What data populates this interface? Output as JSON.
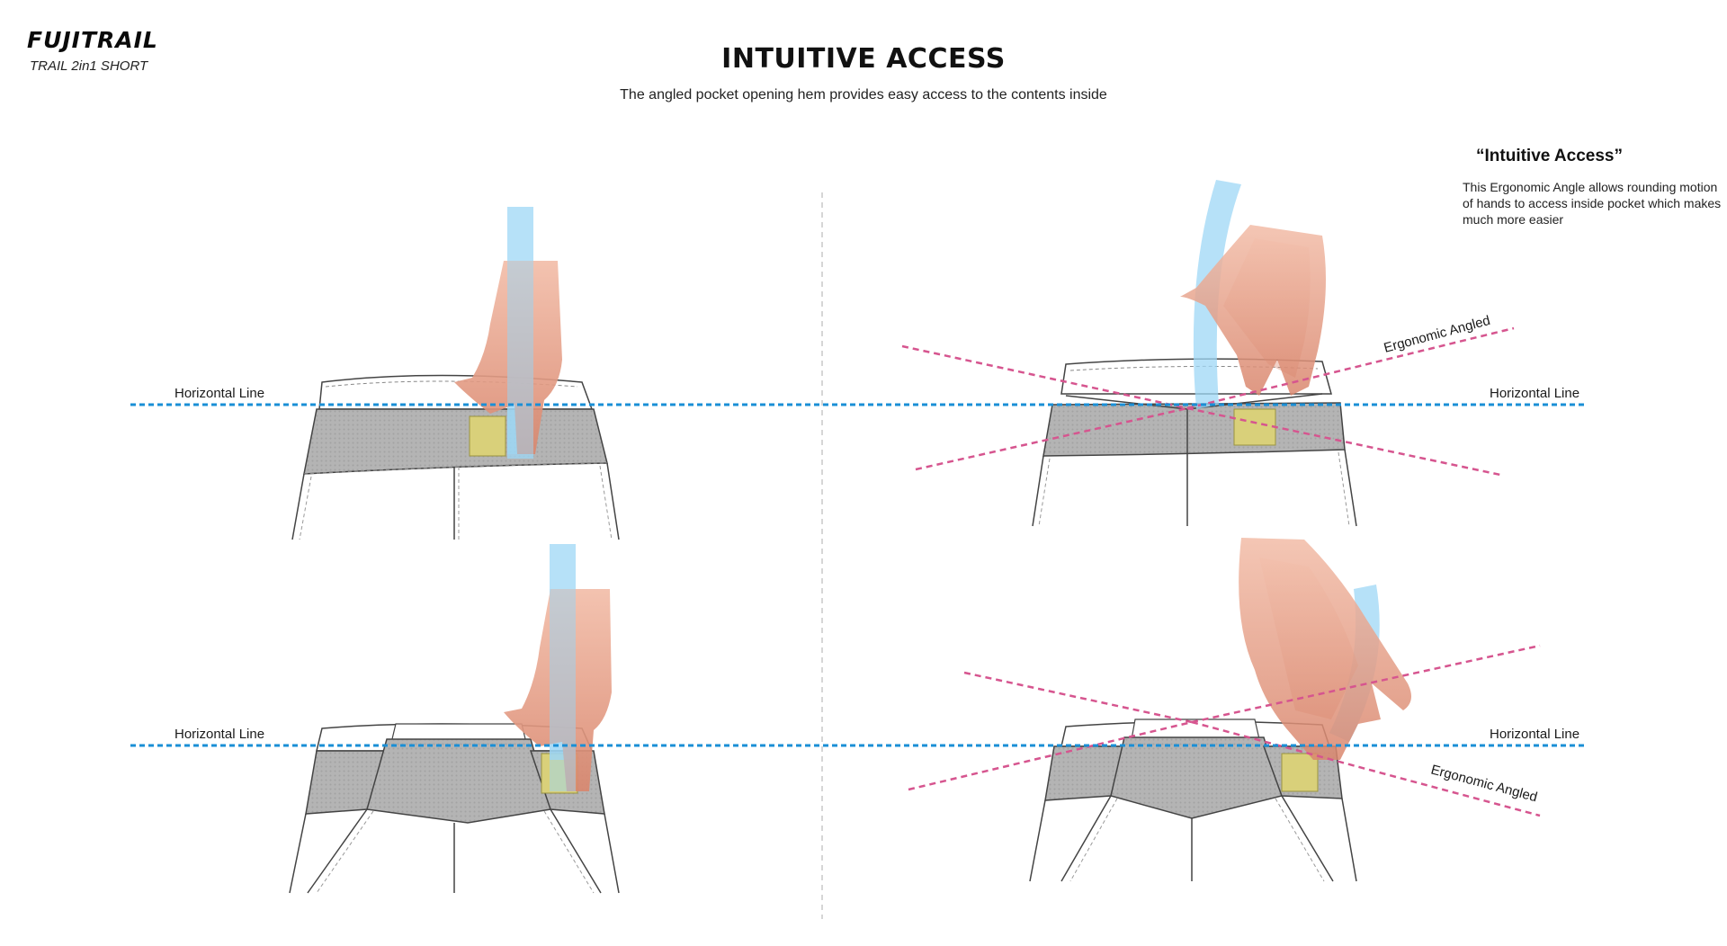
{
  "brand": {
    "logo": "FUJITRAIL",
    "product": "TRAIL 2in1 SHORT"
  },
  "header": {
    "title": "INTUITIVE ACCESS",
    "subtitle": "The angled pocket opening hem provides easy access to the contents inside"
  },
  "callout": {
    "title": "“Intuitive Access”",
    "text": "This Ergonomic Angle allows rounding motion of hands to access inside pocket which makes much more easier"
  },
  "labels": {
    "horizontal_line": "Horizontal Line",
    "ergonomic_angled": "Ergonomic Angled"
  },
  "colors": {
    "horizontal_line": "#1a8fd6",
    "ergonomic_line": "#d6558f",
    "motion_arrow": "#9ed7f5",
    "mesh": "#b9b9b9",
    "skin": "#e8a48e"
  }
}
